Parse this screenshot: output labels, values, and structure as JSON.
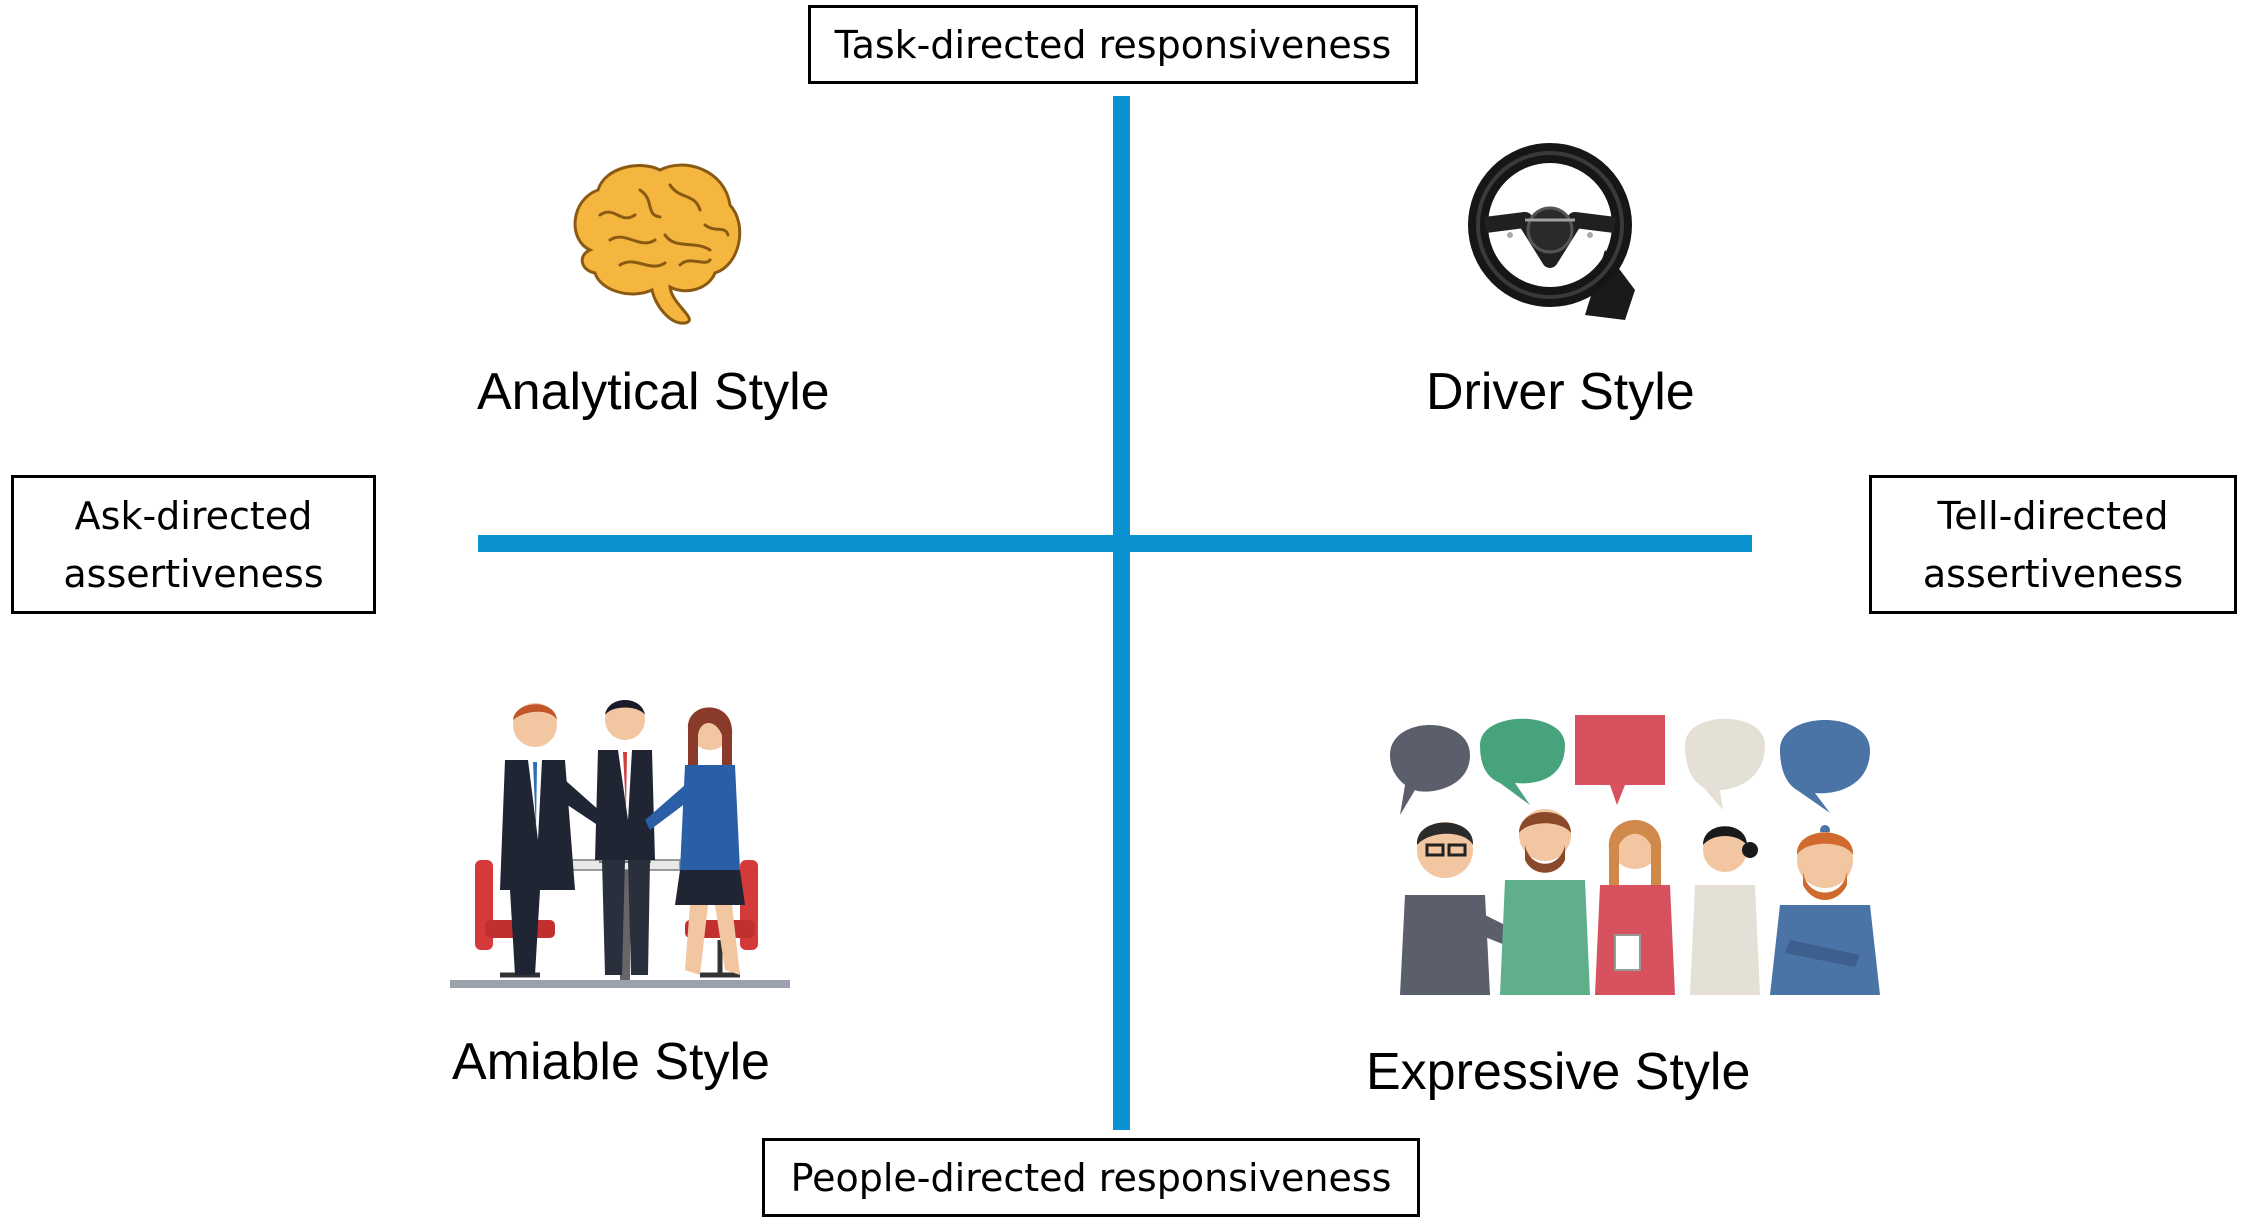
{
  "axes": {
    "top": "Task-directed responsiveness",
    "bottom": "People-directed responsiveness",
    "left": [
      "Ask-directed",
      "assertiveness"
    ],
    "right": [
      "Tell-directed",
      "assertiveness"
    ]
  },
  "quadrants": {
    "top_left": {
      "label": "Analytical Style",
      "icon": "brain-icon"
    },
    "top_right": {
      "label": "Driver Style",
      "icon": "steering-wheel-icon"
    },
    "bottom_left": {
      "label": "Amiable Style",
      "icon": "meeting-people-icon"
    },
    "bottom_right": {
      "label": "Expressive Style",
      "icon": "talking-people-icon"
    }
  },
  "colors": {
    "axis": "#0b93d1",
    "box_border": "#000000"
  }
}
